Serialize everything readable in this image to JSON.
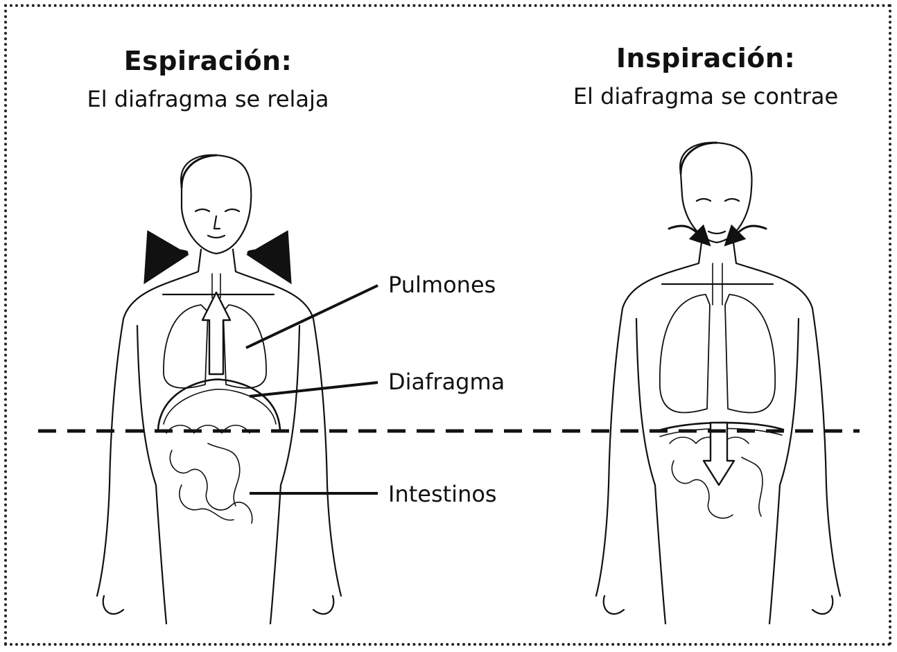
{
  "expiration": {
    "title": "Espiración:",
    "subtitle": "El diafragma se relaja"
  },
  "inspiration": {
    "title": "Inspiración:",
    "subtitle": "El diafragma se contrae"
  },
  "labels": {
    "lungs": "Pulmones",
    "diaphragm": "Diafragma",
    "intestines": "Intestinos"
  },
  "colors": {
    "ink": "#111111",
    "background": "#ffffff"
  }
}
